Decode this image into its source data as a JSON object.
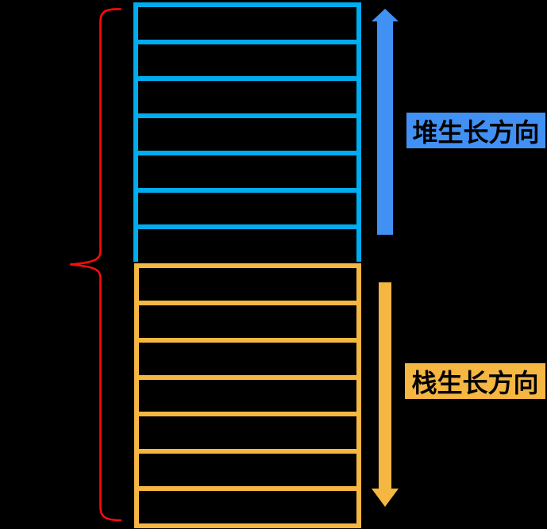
{
  "colors": {
    "background": "#000000",
    "heap-grid": "#00ACEE",
    "heap-accent": "#4191F5",
    "stack-accent": "#F5B642",
    "brace-red": "#FB0B0B",
    "label-text": "#000000"
  },
  "heap": {
    "grid": {
      "rows": 7
    },
    "arrow": {
      "direction": "up"
    },
    "label": {
      "text": "堆生长方向"
    }
  },
  "stack": {
    "grid": {
      "rows": 7
    },
    "arrow": {
      "direction": "down"
    },
    "label": {
      "text": "栈生长方向"
    }
  }
}
